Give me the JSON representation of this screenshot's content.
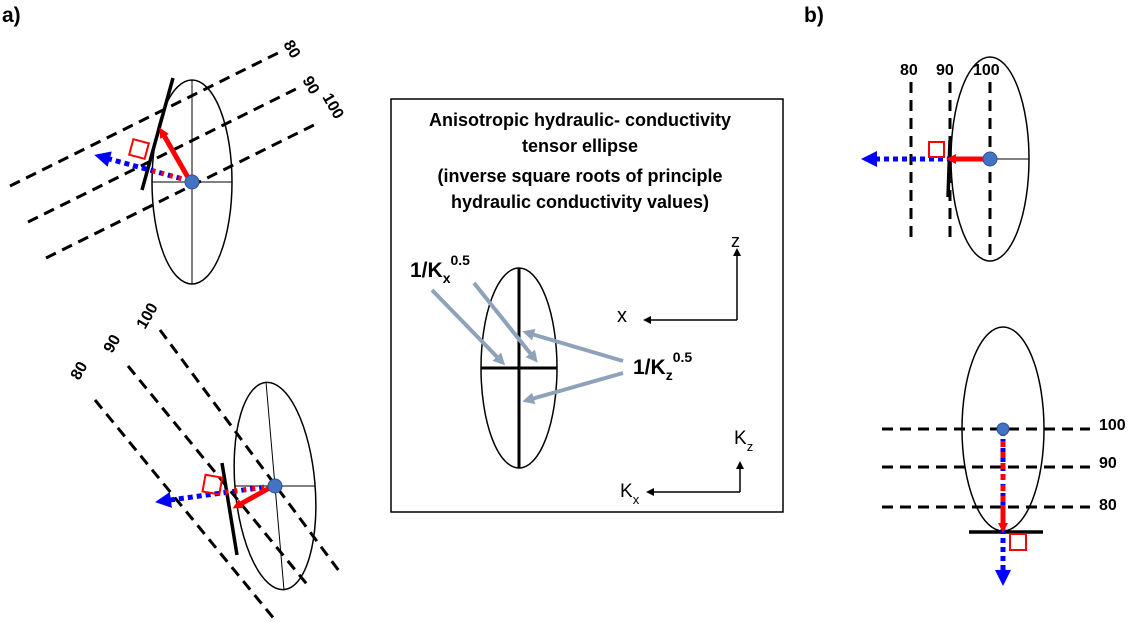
{
  "panel_a_label": "a)",
  "panel_b_label": "b)",
  "contours": [
    "80",
    "90",
    "100"
  ],
  "legend": {
    "title_lines": [
      "Anisotropic hydraulic- conductivity",
      "tensor ellipse",
      "(inverse square roots of principle",
      "hydraulic conductivity values)"
    ],
    "kx_label": {
      "base": "1/K",
      "sub": "x",
      "sup": "0.5"
    },
    "kz_label": {
      "base": "1/K",
      "sub": "z",
      "sup": "0.5"
    },
    "axis_z": "z",
    "axis_x": "x",
    "tensor_kz": {
      "base": "K",
      "sub": "z"
    },
    "tensor_kx": {
      "base": "K",
      "sub": "x"
    }
  },
  "colors": {
    "flow_vector": "#ff0000",
    "gradient_vector": "#0000ff",
    "gradient_dash": "#ff0000",
    "node": "#4472c4",
    "legend_arrow": "#8ea2b9",
    "right_angle_marker": "#ff0000"
  }
}
